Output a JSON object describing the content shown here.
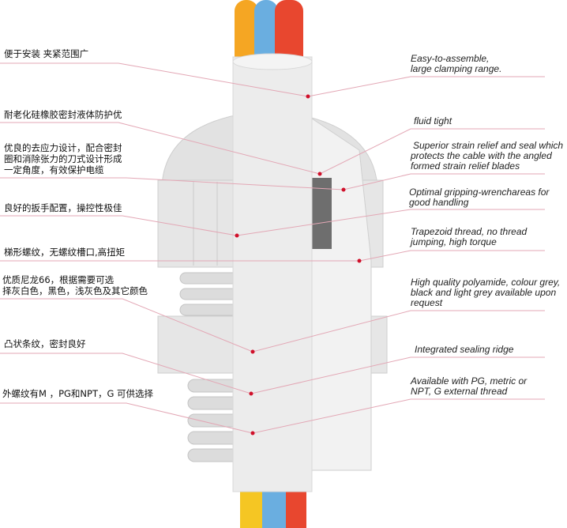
{
  "colors": {
    "leader": "#e3a7b5",
    "dot": "#d0102a",
    "body": "#e4e4e4",
    "cable": "#ececec",
    "wire_orange": "#f5a623",
    "wire_blue": "#6aaee0",
    "wire_red": "#e8472f",
    "seal": "#6e6e6e"
  },
  "left_labels": [
    {
      "lines": [
        "便于安装 夹紧范围广"
      ]
    },
    {
      "lines": [
        "耐老化硅橡胶密封液体防护优"
      ]
    },
    {
      "lines": [
        "优良的去应力设计，配合密封",
        "圈和消除张力的刀式设计形成",
        "一定角度，有效保护电缆"
      ]
    },
    {
      "lines": [
        "良好的扳手配置，操控性极佳"
      ]
    },
    {
      "lines": [
        "梯形螺纹，无螺纹槽口,高扭矩"
      ]
    },
    {
      "lines": [
        "优质尼龙66，根据需要可选",
        "择灰白色，黑色，浅灰色及其它颜色"
      ]
    },
    {
      "lines": [
        "凸状条纹，密封良好"
      ]
    },
    {
      "lines": [
        "外螺纹有M ，PG和NPT，G 可供选择"
      ]
    }
  ],
  "right_labels": [
    {
      "lines": [
        "Easy-to-assemble,",
        "large clamping range."
      ]
    },
    {
      "lines": [
        "fluid tight"
      ]
    },
    {
      "lines": [
        "Superior strain relief and seal which",
        "protects the cable with the angled",
        "formed strain relief blades"
      ]
    },
    {
      "lines": [
        "Optimal gripping-wrenchareas for",
        "good handling"
      ]
    },
    {
      "lines": [
        "Trapezoid thread, no thread",
        "jumping, high torque"
      ]
    },
    {
      "lines": [
        "High quality polyamide, colour grey,",
        "black and light grey available upon",
        "request"
      ]
    },
    {
      "lines": [
        "Integrated sealing ridge"
      ]
    },
    {
      "lines": [
        "Available with PG, metric or",
        "NPT, G external thread"
      ]
    }
  ]
}
